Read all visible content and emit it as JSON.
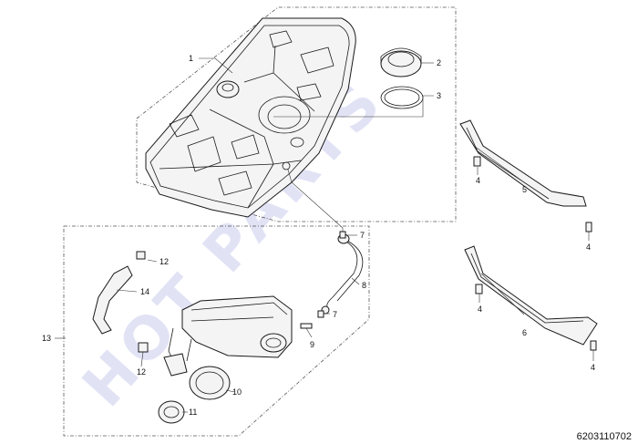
{
  "diagram_code": "6203110702",
  "watermark": "HOT PARTS",
  "callouts": {
    "c1": "1",
    "c2": "2",
    "c3": "3",
    "c4a": "4",
    "c4b": "4",
    "c4c": "4",
    "c4d": "4",
    "c5": "5",
    "c6": "6",
    "c7a": "7",
    "c7b": "7",
    "c8": "8",
    "c9": "9",
    "c10": "10",
    "c11": "11",
    "c12a": "12",
    "c12b": "12",
    "c13": "13",
    "c14": "14"
  }
}
